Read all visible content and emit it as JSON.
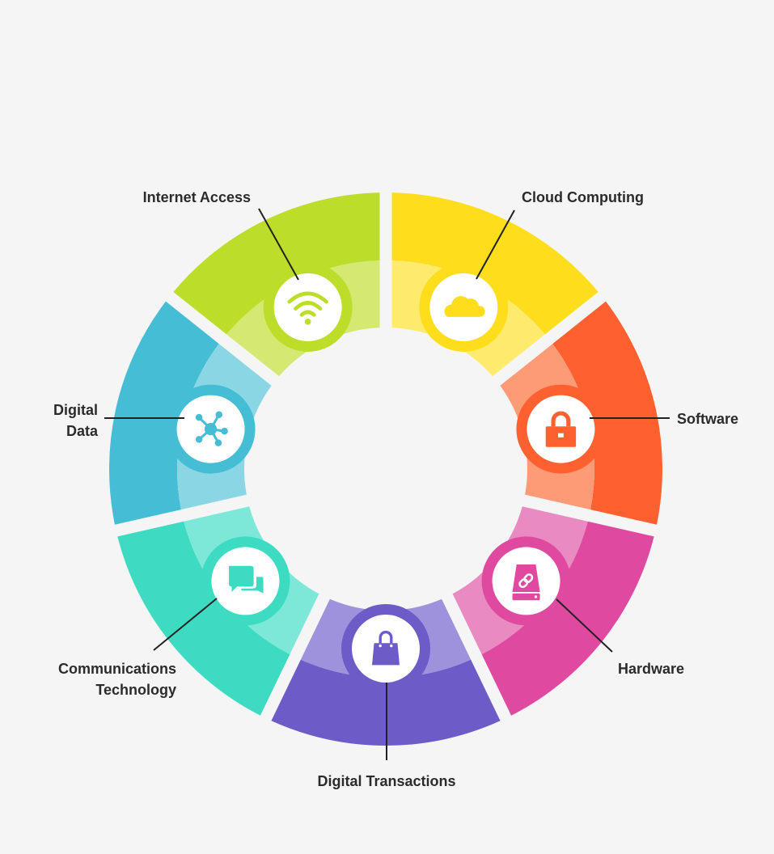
{
  "diagram": {
    "segments": [
      {
        "id": "internet-access",
        "label_lines": [
          "Internet Access"
        ],
        "icon": "wifi-icon",
        "outer_color": "#bcdd2a",
        "inner_color": "#d4e872",
        "ring_color": "#bcdd2a"
      },
      {
        "id": "cloud-computing",
        "label_lines": [
          "Cloud Computing"
        ],
        "icon": "cloud-icon",
        "outer_color": "#fddd1c",
        "inner_color": "#feea6c",
        "ring_color": "#fddd1c"
      },
      {
        "id": "software",
        "label_lines": [
          "Software"
        ],
        "icon": "lock-icon",
        "outer_color": "#fe6030",
        "inner_color": "#fe9b77",
        "ring_color": "#fe6030"
      },
      {
        "id": "hardware",
        "label_lines": [
          "Hardware"
        ],
        "icon": "hard-drive-link-icon",
        "outer_color": "#df4aa0",
        "inner_color": "#ea8ac2",
        "ring_color": "#df4aa0"
      },
      {
        "id": "digital-transactions",
        "label_lines": [
          "Digital Transactions"
        ],
        "icon": "shopping-bag-icon",
        "outer_color": "#6d5cc8",
        "inner_color": "#9f92dc",
        "ring_color": "#6d5cc8"
      },
      {
        "id": "communications-technology",
        "label_lines": [
          "Communications",
          "Technology"
        ],
        "icon": "chat-bubbles-icon",
        "outer_color": "#3ddcc2",
        "inner_color": "#7ee8d8",
        "ring_color": "#3ddcc2"
      },
      {
        "id": "digital-data",
        "label_lines": [
          "Digital",
          "Data"
        ],
        "icon": "network-hub-icon",
        "outer_color": "#45bdd5",
        "inner_color": "#8bd6e4",
        "ring_color": "#45bdd5"
      }
    ]
  }
}
